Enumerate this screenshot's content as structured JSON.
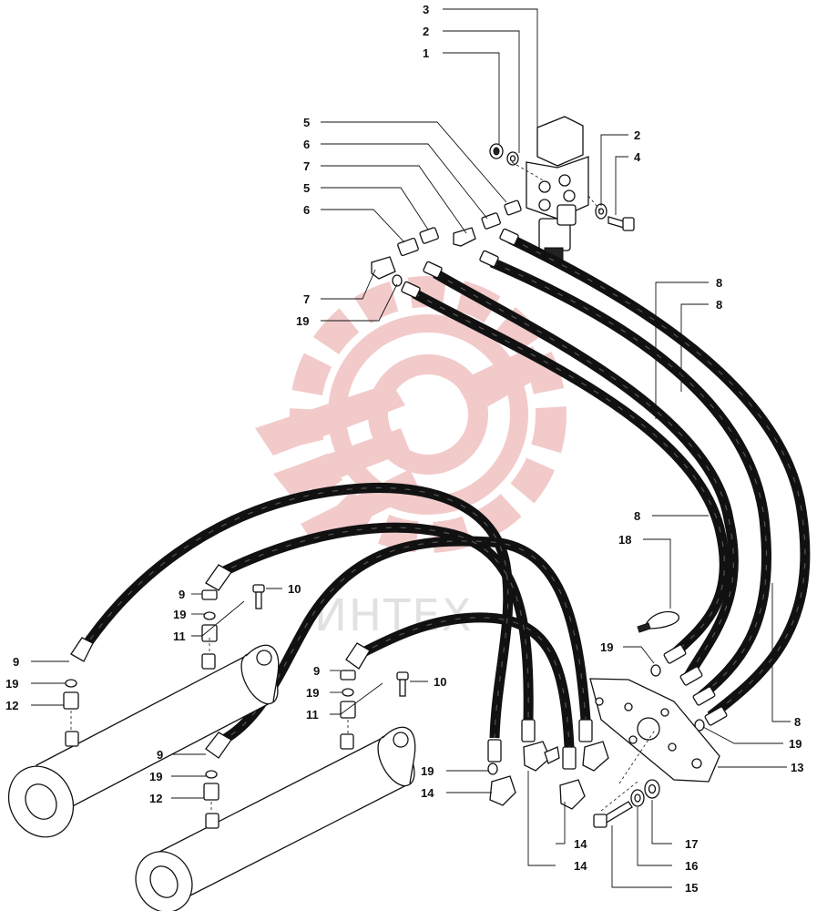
{
  "watermark": {
    "text": "ИНТЕХ",
    "logo_color": "#e8a0a0",
    "text_color": "#c9c9c9",
    "icon": "gear-wrench-logo-icon"
  },
  "callouts": [
    {
      "id": "c-3-top",
      "text": "3"
    },
    {
      "id": "c-2-top",
      "text": "2"
    },
    {
      "id": "c-1-top",
      "text": "1"
    },
    {
      "id": "c-5-a",
      "text": "5"
    },
    {
      "id": "c-6-a",
      "text": "6"
    },
    {
      "id": "c-7-a",
      "text": "7"
    },
    {
      "id": "c-5-b",
      "text": "5"
    },
    {
      "id": "c-6-b",
      "text": "6"
    },
    {
      "id": "c-7-b",
      "text": "7"
    },
    {
      "id": "c-19-a",
      "text": "19"
    },
    {
      "id": "c-2-right",
      "text": "2"
    },
    {
      "id": "c-4-right",
      "text": "4"
    },
    {
      "id": "c-8-a",
      "text": "8"
    },
    {
      "id": "c-8-b",
      "text": "8"
    },
    {
      "id": "c-8-c",
      "text": "8"
    },
    {
      "id": "c-18",
      "text": "18"
    },
    {
      "id": "c-19-b",
      "text": "19"
    },
    {
      "id": "c-8-d",
      "text": "8"
    },
    {
      "id": "c-19-c",
      "text": "19"
    },
    {
      "id": "c-13",
      "text": "13"
    },
    {
      "id": "c-10-a",
      "text": "10"
    },
    {
      "id": "c-9-a",
      "text": "9"
    },
    {
      "id": "c-19-d",
      "text": "19"
    },
    {
      "id": "c-11-a",
      "text": "11"
    },
    {
      "id": "c-9-b",
      "text": "9"
    },
    {
      "id": "c-19-e",
      "text": "19"
    },
    {
      "id": "c-12-a",
      "text": "12"
    },
    {
      "id": "c-10-b",
      "text": "10"
    },
    {
      "id": "c-9-c",
      "text": "9"
    },
    {
      "id": "c-19-f",
      "text": "19"
    },
    {
      "id": "c-11-b",
      "text": "11"
    },
    {
      "id": "c-9-d",
      "text": "9"
    },
    {
      "id": "c-19-g",
      "text": "19"
    },
    {
      "id": "c-12-b",
      "text": "12"
    },
    {
      "id": "c-19-h",
      "text": "19"
    },
    {
      "id": "c-14-a",
      "text": "14"
    },
    {
      "id": "c-14-b",
      "text": "14"
    },
    {
      "id": "c-14-c",
      "text": "14"
    },
    {
      "id": "c-17",
      "text": "17"
    },
    {
      "id": "c-16",
      "text": "16"
    },
    {
      "id": "c-15",
      "text": "15"
    }
  ]
}
